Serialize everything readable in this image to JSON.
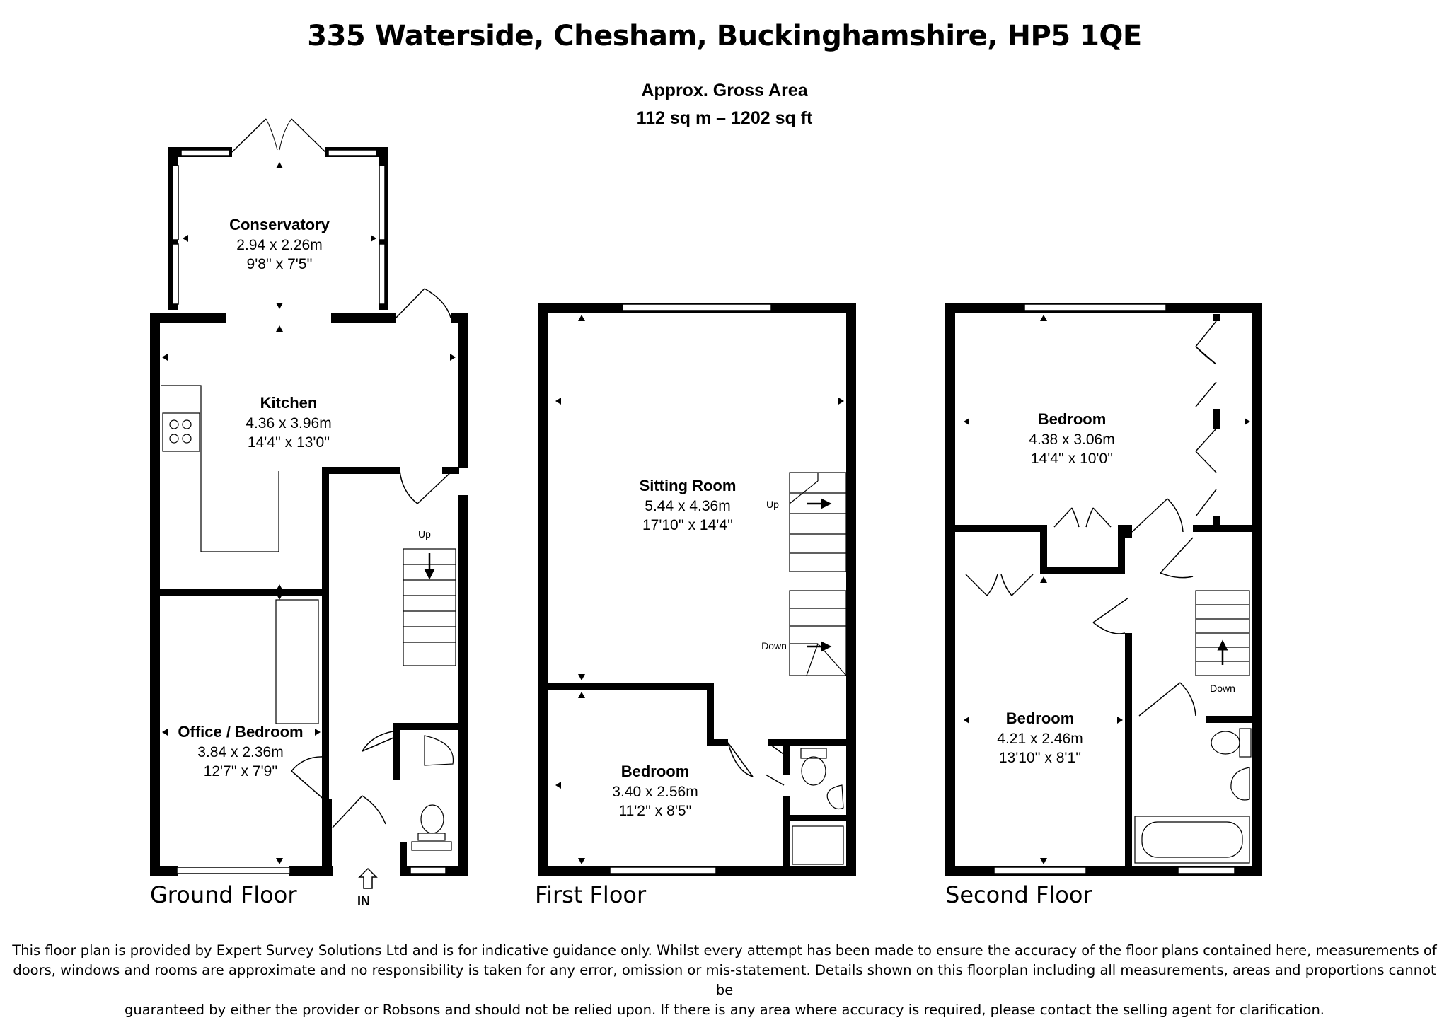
{
  "title": "335 Waterside, Chesham, Buckinghamshire, HP5 1QE",
  "area": {
    "line1": "Approx. Gross Area",
    "line2": "112 sq m – 1202 sq ft"
  },
  "floors": {
    "ground": "Ground Floor",
    "first": "First Floor",
    "second": "Second Floor"
  },
  "entrance": "IN",
  "rooms": {
    "conservatory": {
      "name": "Conservatory",
      "metric": "2.94 x 2.26m",
      "imperial": "9'8'' x 7'5''"
    },
    "kitchen": {
      "name": "Kitchen",
      "metric": "4.36 x 3.96m",
      "imperial": "14'4'' x 13'0''"
    },
    "office": {
      "name": "Office / Bedroom",
      "metric": "3.84 x 2.36m",
      "imperial": "12'7'' x 7'9''"
    },
    "sitting": {
      "name": "Sitting Room",
      "metric": "5.44 x 4.36m",
      "imperial": "17'10'' x 14'4''"
    },
    "first_bedroom": {
      "name": "Bedroom",
      "metric": "3.40 x 2.56m",
      "imperial": "11'2'' x 8'5''"
    },
    "second_bedroom_top": {
      "name": "Bedroom",
      "metric": "4.38 x 3.06m",
      "imperial": "14'4'' x 10'0''"
    },
    "second_bedroom_bottom": {
      "name": "Bedroom",
      "metric": "4.21 x 2.46m",
      "imperial": "13'10'' x 8'1''"
    }
  },
  "stairs": {
    "ground_up": "Up",
    "first_up": "Up",
    "first_down": "Down",
    "second_down": "Down"
  },
  "disclaimer": {
    "line1": "This floor plan is provided by Expert Survey Solutions Ltd and is for indicative guidance only. Whilst every attempt has been made to ensure the accuracy of the floor plans contained here, measurements of",
    "line2": "doors, windows and rooms are approximate and no responsibility is taken for any error, omission or mis-statement. Details shown on this floorplan including all measurements, areas and proportions cannot be",
    "line3": "guaranteed by either the provider or Robsons and should not be relied upon.  If there is any area where accuracy is required, please contact the selling agent for clarification."
  }
}
